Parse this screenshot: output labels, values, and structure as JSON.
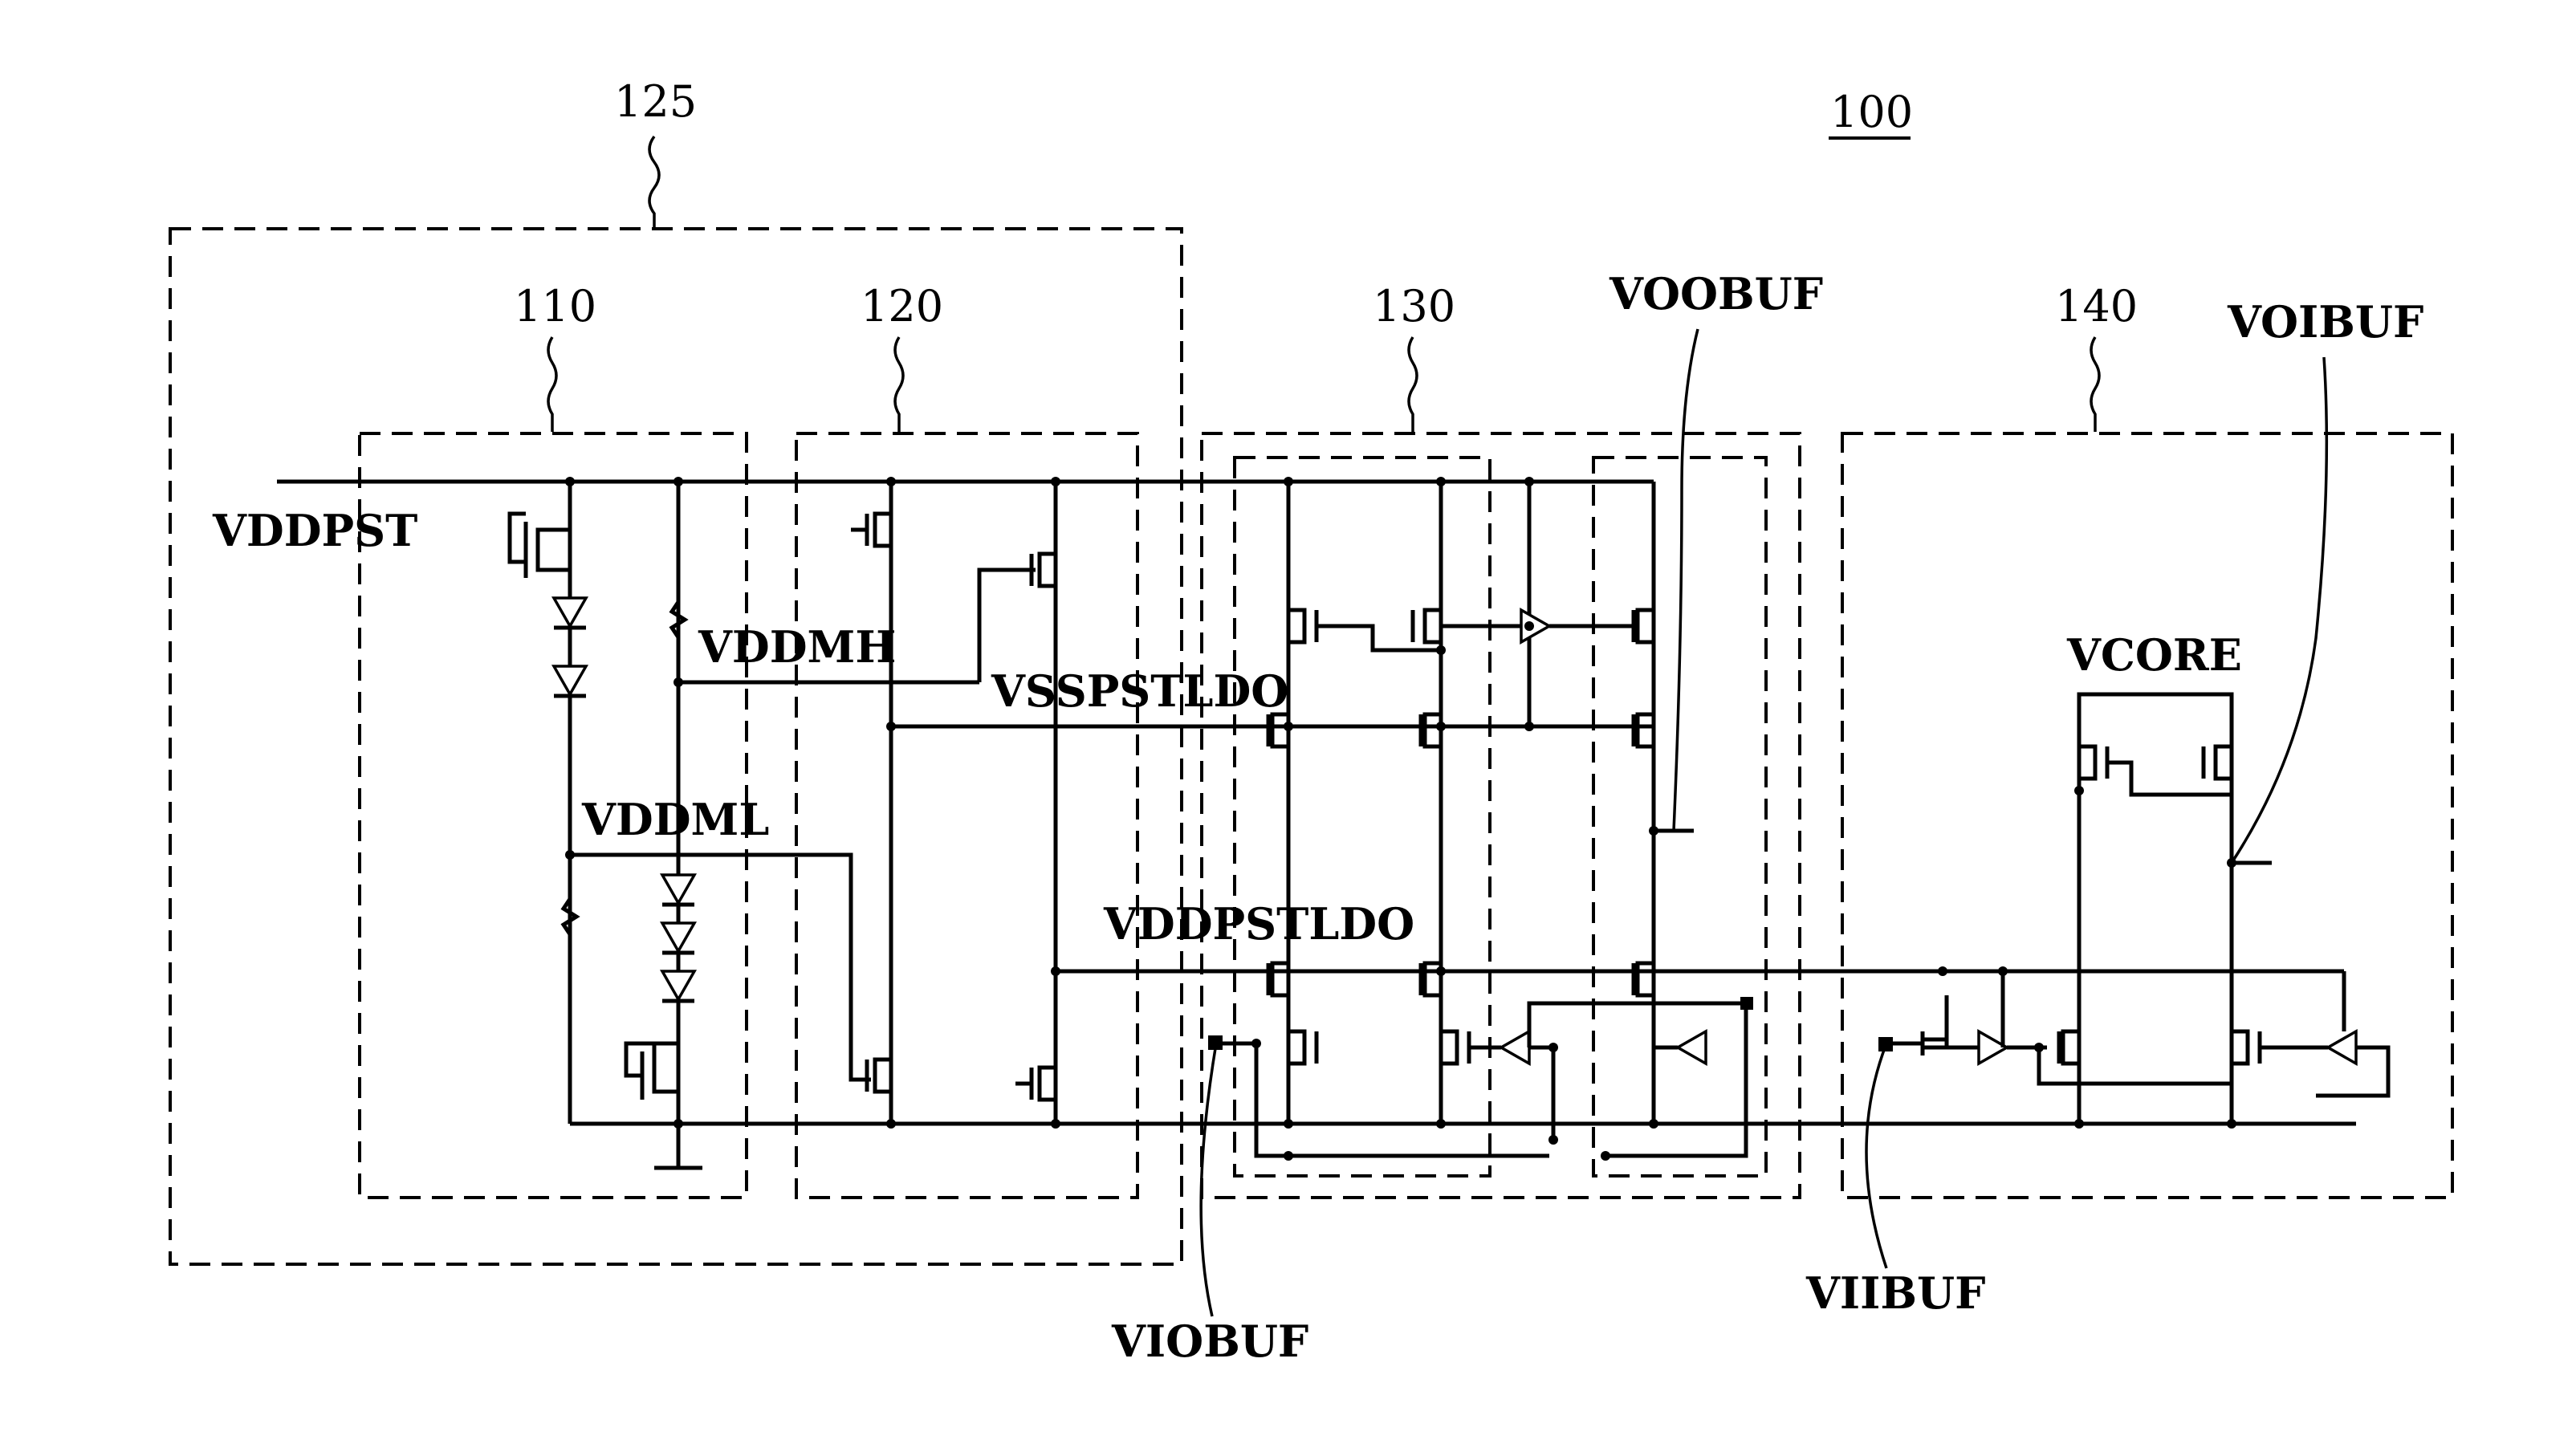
{
  "figure": {
    "ref_main": "100",
    "ref_125": "125",
    "ref_110": "110",
    "ref_120": "120",
    "ref_130": "130",
    "ref_140": "140"
  },
  "signals": {
    "vddpst": "VDDPST",
    "vddmh": "VDDMH",
    "vddml": "VDDML",
    "vsspstldo": "VSSPSTLDO",
    "vddpstldo": "VDDPSTLDO",
    "voobuf": "VOOBUF",
    "voibuf": "VOIBUF",
    "vcore": "VCORE",
    "viobuf": "VIOBUF",
    "viibuf": "VIIBUF"
  }
}
